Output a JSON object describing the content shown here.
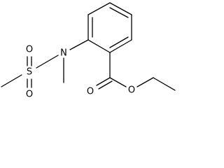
{
  "molecule": {
    "atoms": {
      "n": {
        "symbol": "N"
      },
      "s": {
        "symbol": "S"
      },
      "o_s_top": {
        "symbol": "O"
      },
      "o_s_bottom": {
        "symbol": "O"
      },
      "o_carbonyl": {
        "symbol": "O"
      },
      "o_ester": {
        "symbol": "O"
      }
    }
  },
  "colors": {
    "bond": "#000000",
    "background": "#ffffff"
  }
}
